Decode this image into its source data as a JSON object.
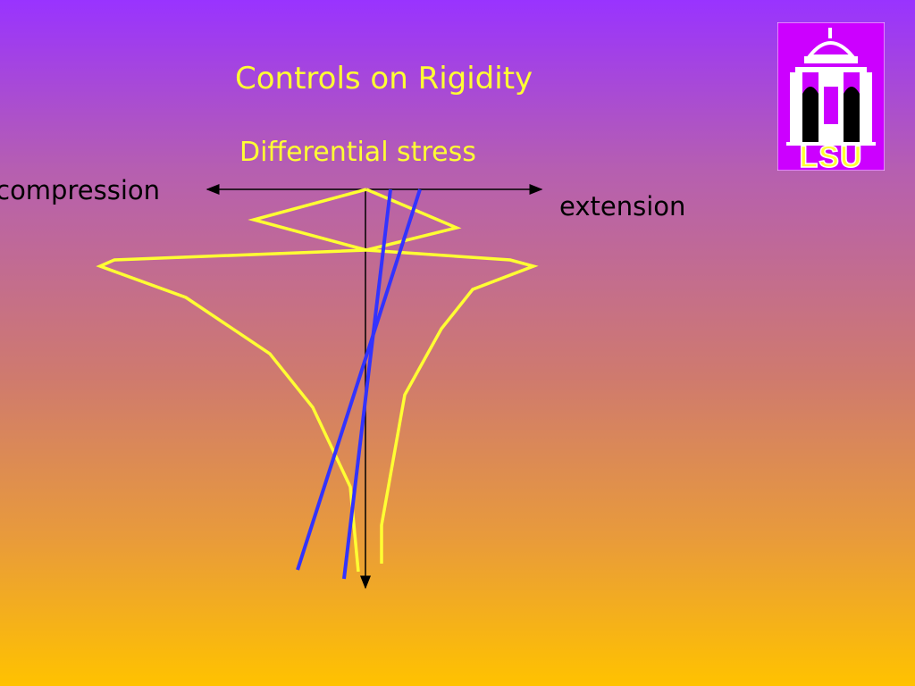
{
  "slide": {
    "title": "Controls on Rigidity",
    "axis_label": "Differential stress",
    "left_label": "compression",
    "right_label": "extension"
  },
  "logo": {
    "text": "LSU"
  },
  "colors": {
    "bg_top": "#9933ff",
    "bg_bottom": "#ffc200",
    "title_text": "#ffff33",
    "yellow_curve": "#ffff33",
    "blue_line": "#3333ff",
    "axis": "#000000",
    "logo_bg": "#cc00ff"
  }
}
